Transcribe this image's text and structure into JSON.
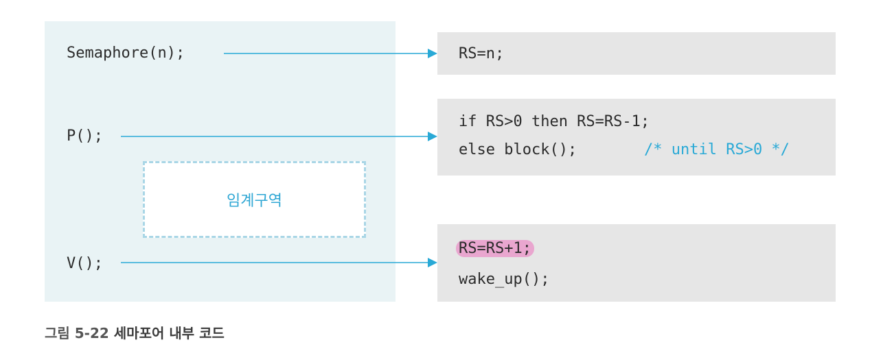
{
  "left": {
    "semaphore_call": "Semaphore(n);",
    "p_call": "P();",
    "v_call": "V();",
    "critical_section": "임계구역"
  },
  "right": {
    "init_code": "RS=n;",
    "p_code_line1": "if RS>0 then RS=RS-1;",
    "p_code_line2": "else block();",
    "p_comment": "/* until RS>0 */",
    "v_code_line1": "RS=RS+1;",
    "v_code_line2": "wake_up();"
  },
  "caption": {
    "label": "그림 5-22",
    "title": "세마포어 내부 코드"
  },
  "colors": {
    "arrow": "#29a9d6",
    "left_panel": "#e9f3f5",
    "code_box": "#e6e6e6",
    "highlight": "#e9a6cf"
  }
}
